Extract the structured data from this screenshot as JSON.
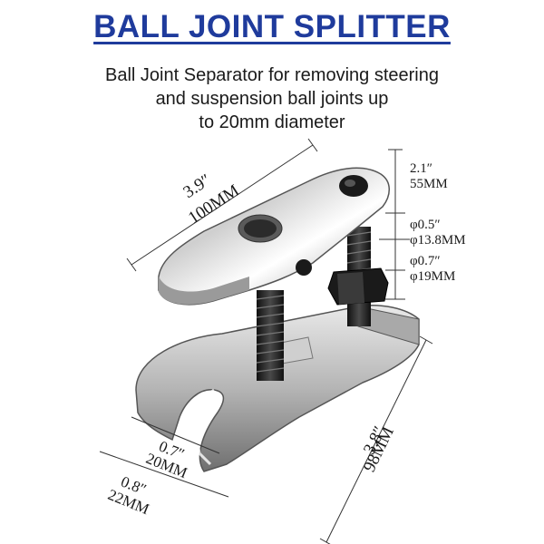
{
  "title": "BALL JOINT SPLITTER",
  "title_color": "#1f3b9c",
  "subtitle_lines": [
    "Ball Joint Separator for removing steering",
    "and suspension ball joints up",
    "to 20mm diameter"
  ],
  "dimensions": {
    "length_in": "3.9″",
    "length_mm": "100MM",
    "height_in": "2.1″",
    "height_mm": "55MM",
    "bolt_in": "φ0.5″",
    "bolt_mm": "φ13.8MM",
    "nut_in": "φ0.7″",
    "nut_mm": "φ19MM",
    "base_in": "3.8″",
    "base_mm": "98MM",
    "inner_gap_in": "0.7″",
    "inner_gap_mm": "20MM",
    "outer_gap_in": "0.8″",
    "outer_gap_mm": "22MM"
  },
  "product_image": "ball-joint-splitter-tool"
}
